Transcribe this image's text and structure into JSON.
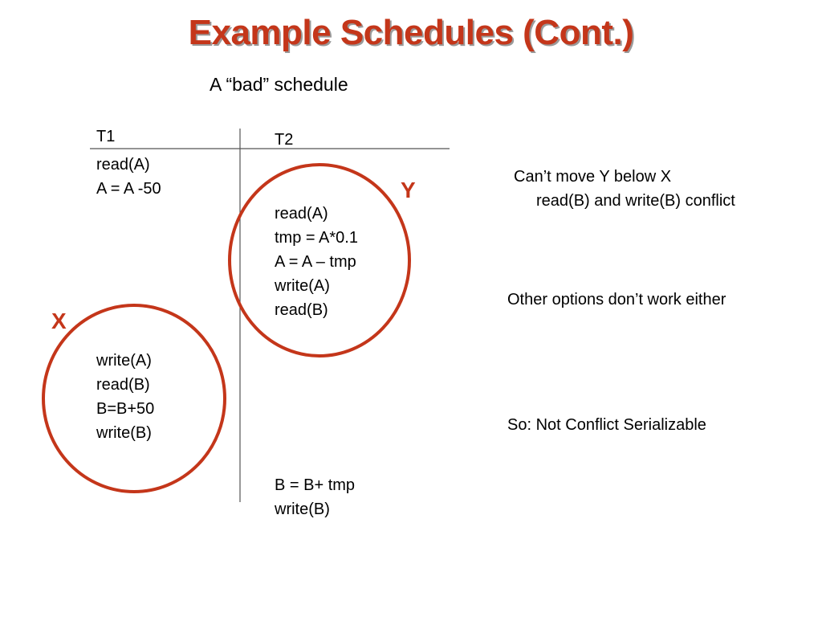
{
  "slide": {
    "title": "Example Schedules (Cont.)",
    "subtitle": "A “bad” schedule"
  },
  "schedule": {
    "t1_header": "T1",
    "t2_header": "T2",
    "t1_block1": [
      "read(A)",
      "A = A -50"
    ],
    "t2_block1": [
      "read(A)",
      "tmp = A*0.1",
      "A = A – tmp",
      "write(A)",
      "read(B)"
    ],
    "t1_block2": [
      "write(A)",
      "read(B)",
      "B=B+50",
      "write(B)"
    ],
    "t2_block2": [
      "B = B+ tmp",
      "write(B)"
    ]
  },
  "markers": {
    "y_label": "Y",
    "x_label": "X",
    "color": "#c4361a"
  },
  "notes": {
    "line1": "Can’t move Y below X",
    "line2": "read(B) and write(B) conflict",
    "line3": "Other options don’t work either",
    "line4": "So: Not Conflict Serializable"
  }
}
